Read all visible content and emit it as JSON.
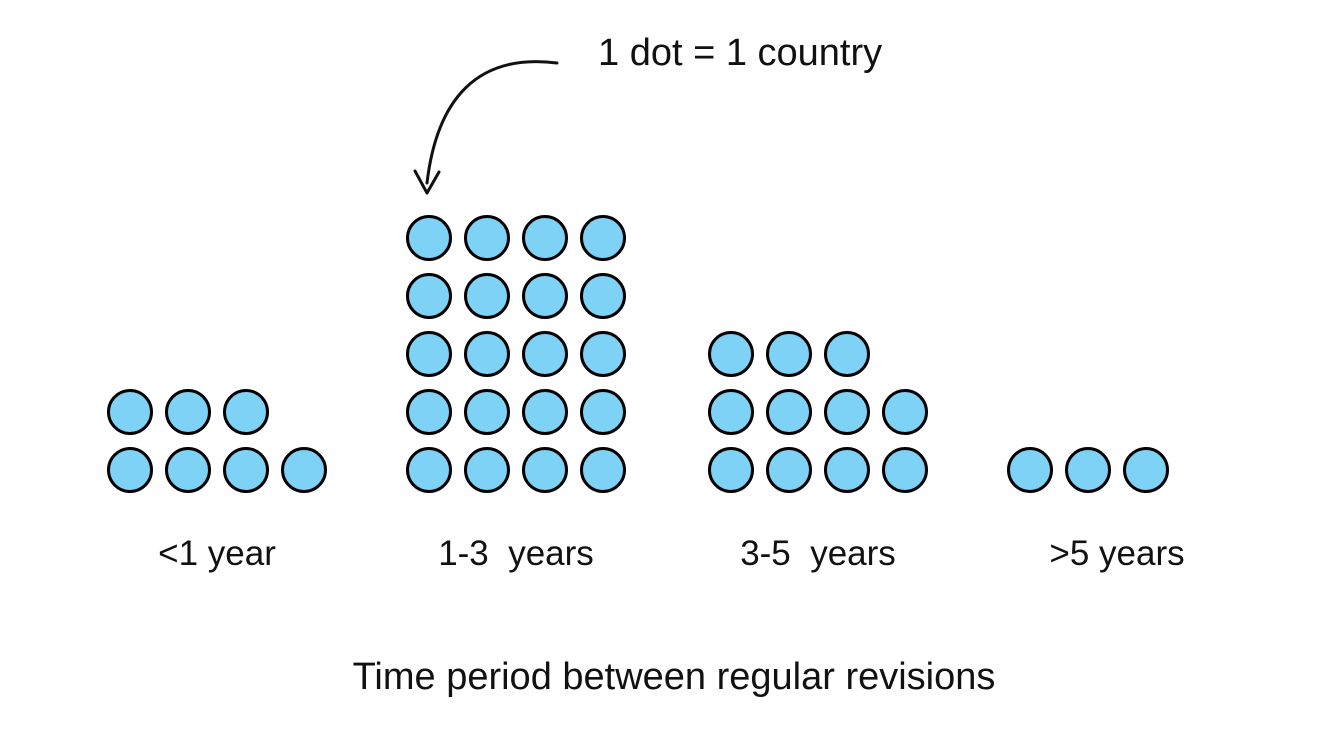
{
  "chart_data": {
    "type": "dot_plot",
    "title": "Time period between regular revisions",
    "unit_label": "1 dot = 1 country",
    "categories": [
      "<1 year",
      "1-3  years",
      "3-5  years",
      ">5 years"
    ],
    "values": [
      7,
      20,
      11,
      3
    ],
    "dots_per_row": 4,
    "legend_position": "top",
    "annotation": {
      "text": "1 dot = 1 country",
      "points_to": "top of 1-3 years column"
    },
    "colors": {
      "dot_fill": "#7DD2F6",
      "dot_stroke": "#000000",
      "text": "#111111",
      "background": "#ffffff"
    }
  }
}
